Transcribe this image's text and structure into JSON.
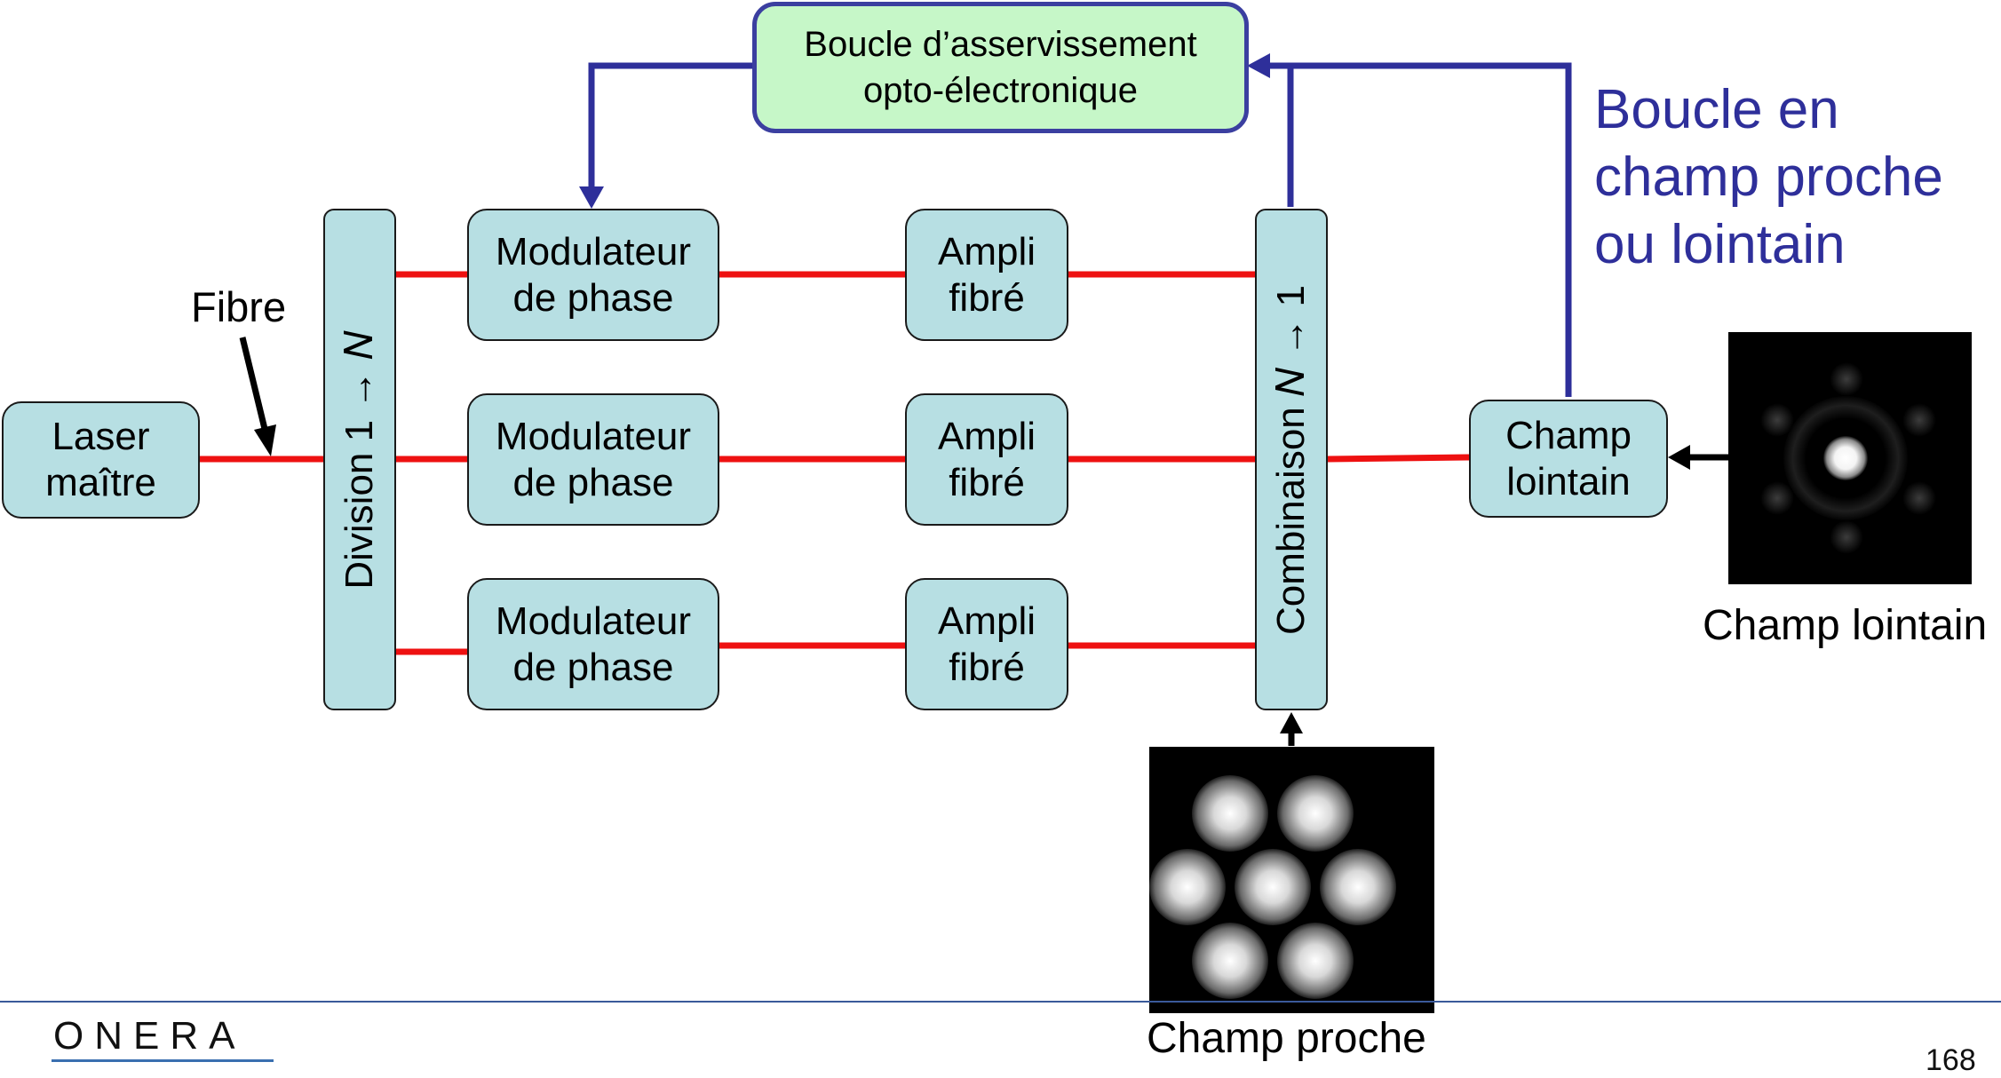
{
  "blocks": {
    "laser": [
      "Laser",
      "maître"
    ],
    "division": "Division 1 → 𝑁",
    "modulators": [
      [
        "Modulateur",
        "de phase"
      ],
      [
        "Modulateur",
        "de phase"
      ],
      [
        "Modulateur",
        "de phase"
      ]
    ],
    "amplifiers": [
      [
        "Ampli",
        "fibré"
      ],
      [
        "Ampli",
        "fibré"
      ],
      [
        "Ampli",
        "fibré"
      ]
    ],
    "combination": "Combinaison 𝑁 → 1",
    "feedback_loop": [
      "Boucle d’asservissement",
      "opto-électronique"
    ],
    "far_field_box": [
      "Champ",
      "lointain"
    ]
  },
  "labels": {
    "fiber": "Fibre",
    "loop_note": [
      "Boucle en",
      "champ proche",
      "ou lointain"
    ],
    "far_field_caption": "Champ lointain",
    "near_field_caption": "Champ proche"
  },
  "footer": {
    "logo": "ONERA",
    "page_number": "168"
  },
  "colors": {
    "block_fill": "#b7dfe3",
    "loop_fill": "#c6f7c8",
    "loop_arrow": "#2e2f9a",
    "fiber_line": "#ee1111"
  }
}
